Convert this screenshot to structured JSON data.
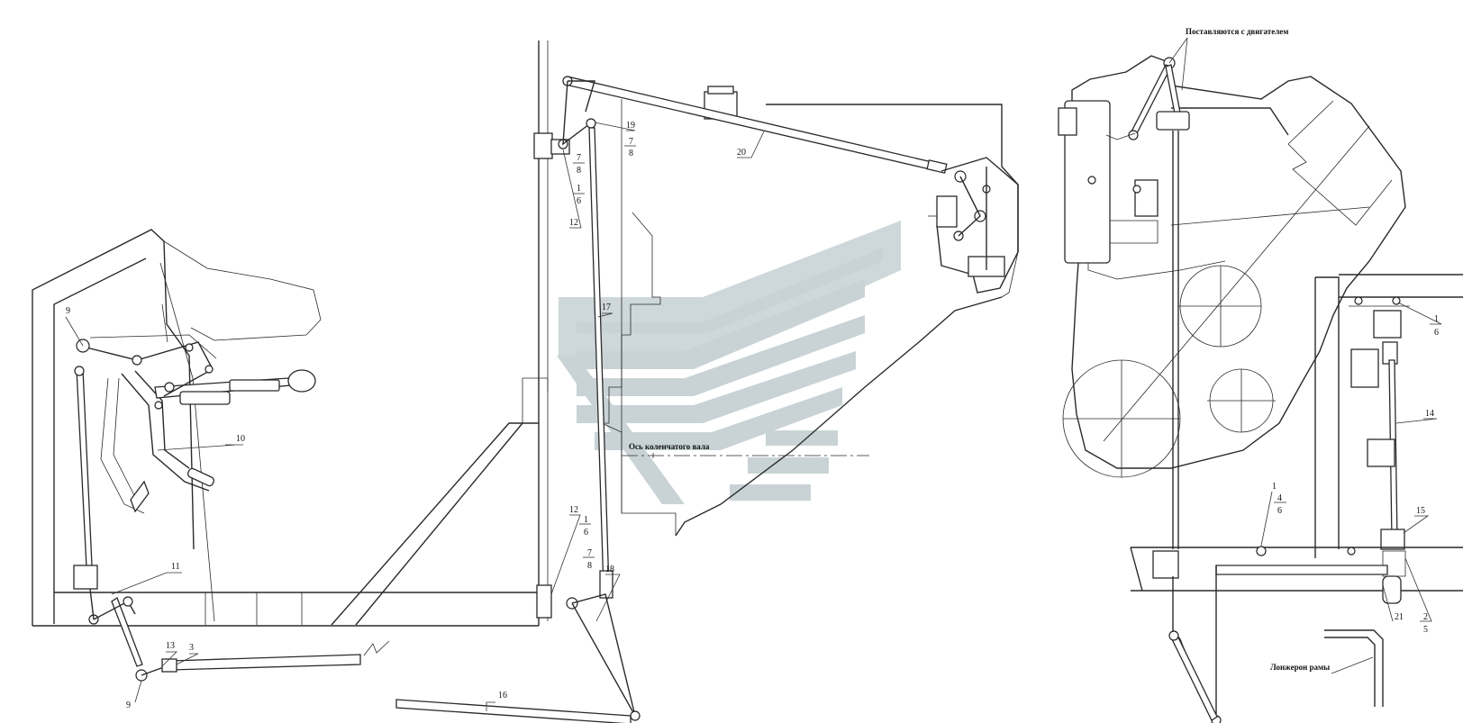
{
  "captions": {
    "engine_supplied": "Поставляются с двигателем",
    "crankshaft_axis": "Ось коленчатого вала",
    "frame_rail": "Лонжерон рамы"
  },
  "callouts": {
    "c9a": "9",
    "c10": "10",
    "c11": "11",
    "c13": "13",
    "c3": "3",
    "c9b": "9",
    "c16": "16",
    "c17": "17",
    "c18": "18",
    "c19": "19",
    "c20": "20",
    "s7a": "7",
    "s8a": "8",
    "s7b": "7",
    "s8b": "8",
    "s1a": "1",
    "s6a": "6",
    "c12a": "12",
    "c12b": "12",
    "s1b": "1",
    "s6b": "6",
    "s7c": "7",
    "s8c": "8",
    "s1c": "1",
    "s6c": "6",
    "c14": "14",
    "c15": "15",
    "s1d": "1",
    "s4d": "4",
    "s6d": "6",
    "c21": "21",
    "s2": "2",
    "s5": "5"
  },
  "colors": {
    "line": "#2a2a2a",
    "watermark": "#c9d3d6",
    "background": "#ffffff"
  }
}
